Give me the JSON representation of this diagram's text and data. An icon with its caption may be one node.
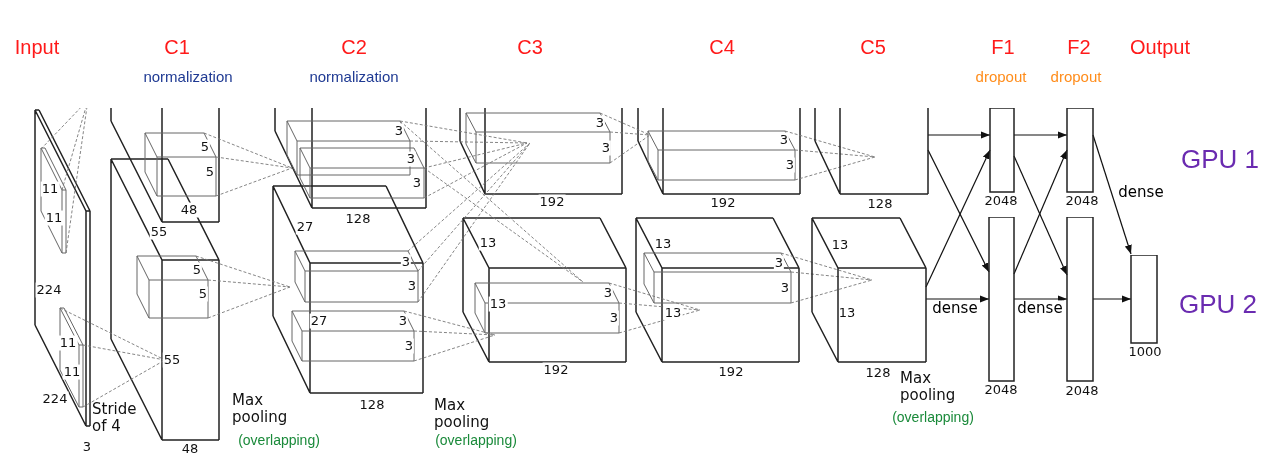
{
  "diagram": {
    "nodes": [
      {
        "text": [
          "128"
        ]
      },
      {
        "text": [
          "13",
          "13",
          "128"
        ]
      },
      {
        "text": [
          "2048"
        ]
      },
      {
        "text": [
          "2048"
        ]
      },
      {
        "text": [
          "2048"
        ]
      },
      {
        "text": [
          "2048"
        ]
      },
      {
        "text": [
          "1000"
        ]
      }
    ],
    "edges": [
      {
        "from": 0,
        "to": 2,
        "arrow": "to"
      },
      {
        "from": 0,
        "to": 3,
        "arrow": "to"
      },
      {
        "from": 1,
        "to": 2,
        "arrow": "to"
      },
      {
        "from": 1,
        "to": 3,
        "arrow": "to",
        "label": "dense"
      },
      {
        "from": 2,
        "to": 4,
        "arrow": "to"
      },
      {
        "from": 2,
        "to": 5,
        "arrow": "to"
      },
      {
        "from": 3,
        "to": 4,
        "arrow": "to"
      },
      {
        "from": 3,
        "to": 5,
        "arrow": "to",
        "label": "dense"
      },
      {
        "from": 4,
        "to": 6,
        "arrow": "to",
        "label": "dense"
      },
      {
        "from": 5,
        "to": 6,
        "arrow": "to"
      }
    ],
    "labels": [
      "Input",
      "C1",
      "normalization",
      "C2",
      "normalization",
      "C3",
      "C4",
      "C5",
      "F1",
      "dropout",
      "F2",
      "dropout",
      "Output",
      "GPU 1",
      "GPU 2",
      "11",
      "11",
      "224",
      "11",
      "11",
      "224",
      "Stride of 4",
      "3",
      "5",
      "5",
      "48",
      "55",
      "5",
      "5",
      "55",
      "48",
      "Max pooling",
      "(overlapping)",
      "3",
      "3",
      "3",
      "128",
      "27",
      "3",
      "3",
      "27",
      "3",
      "3",
      "128",
      "Max pooling",
      "(overlapping)",
      "3",
      "3",
      "192",
      "13",
      "3",
      "3",
      "13",
      "192",
      "3",
      "3",
      "192",
      "13",
      "3",
      "3",
      "13",
      "192",
      "Max pooling",
      "(overlapping)"
    ]
  }
}
